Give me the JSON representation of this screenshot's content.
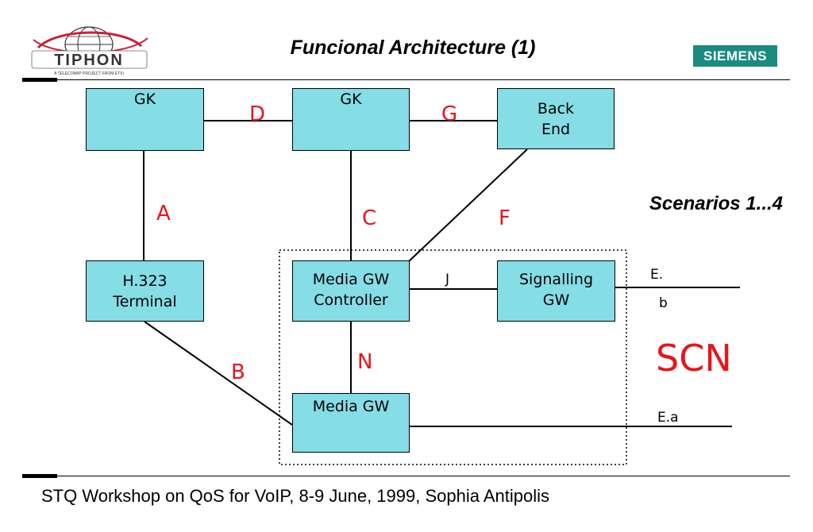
{
  "header": {
    "title": "Funcional Architecture (1)",
    "brand": "SIEMENS",
    "logo_text": "TIPHON",
    "logo_tagline": "A TELECOM/IP PROJECT FROM ETSI"
  },
  "diagram": {
    "nodes": {
      "gk_left": "GK",
      "gk_center": "GK",
      "back_end": "Back\nEnd",
      "h323_terminal": "H.323\nTerminal",
      "media_gw_controller": "Media GW\nController",
      "signalling_gw": "Signalling\nGW",
      "media_gw": "Media GW"
    },
    "interfaces": {
      "a": "A",
      "b": "B",
      "c": "C",
      "d": "D",
      "f": "F",
      "g": "G",
      "j": "J",
      "n": "N",
      "e_b_top": "E.",
      "e_b_bottom": "b",
      "e_a": "E.a"
    },
    "network": "SCN",
    "scenarios": "Scenarios 1...4",
    "colors": {
      "box_fill": "#85dde6",
      "label": "#e8141c",
      "brand": "#1a8b80"
    }
  },
  "footer": {
    "text": "STQ Workshop on QoS for VoIP, 8-9 June, 1999, Sophia Antipolis"
  }
}
